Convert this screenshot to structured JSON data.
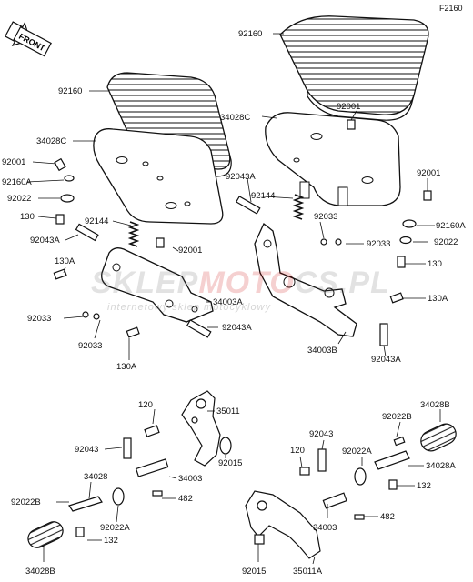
{
  "figure_code": "F2160",
  "front_marker": "FRONT",
  "watermark": {
    "brand_prefix": "SKLEP",
    "brand_mid": "MOTO",
    "brand_suffix": "CS.PL",
    "tagline": "internetowy sklep motocyklowy"
  },
  "parts": {
    "p92160_right": "92160",
    "p92160_left": "92160",
    "p92001_a": "92001",
    "p34028C_right": "34028C",
    "p34028C_left": "34028C",
    "p92001_b": "92001",
    "p92001_c": "92001",
    "p92043A_a": "92043A",
    "p92160A_left": "92160A",
    "p92022_left": "92022",
    "p92144_left": "92144",
    "p92144_right": "92144",
    "p130_left": "130",
    "p92033_a": "92033",
    "p92160A_right": "92160A",
    "p92043A_b": "92043A",
    "p92001_d": "92001",
    "p92033_b": "92033",
    "p92022_right": "92022",
    "p130A_a": "130A",
    "p130_right": "130",
    "p34003A": "34003A",
    "p130A_b": "130A",
    "p92033_c": "92033",
    "p92043A_c": "92043A",
    "p92033_d": "92033",
    "p34003B": "34003B",
    "p130A_c": "130A",
    "p92043A_d": "92043A",
    "p120_a": "120",
    "p35011": "35011",
    "p92043_a": "92043",
    "p92015_a": "92015",
    "p34028_a": "34028",
    "p34003_a": "34003",
    "p482_a": "482",
    "p92022B_a": "92022B",
    "p92022A_a": "92022A",
    "p132_a": "132",
    "p34028B_a": "34028B",
    "p34028B_b": "34028B",
    "p92022B_b": "92022B",
    "p92043_b": "92043",
    "p120_b": "120",
    "p92022A_b": "92022A",
    "p34028A": "34028A",
    "p132_b": "132",
    "p34003_b": "34003",
    "p482_b": "482",
    "p92015_b": "92015",
    "p35011A": "35011A"
  }
}
